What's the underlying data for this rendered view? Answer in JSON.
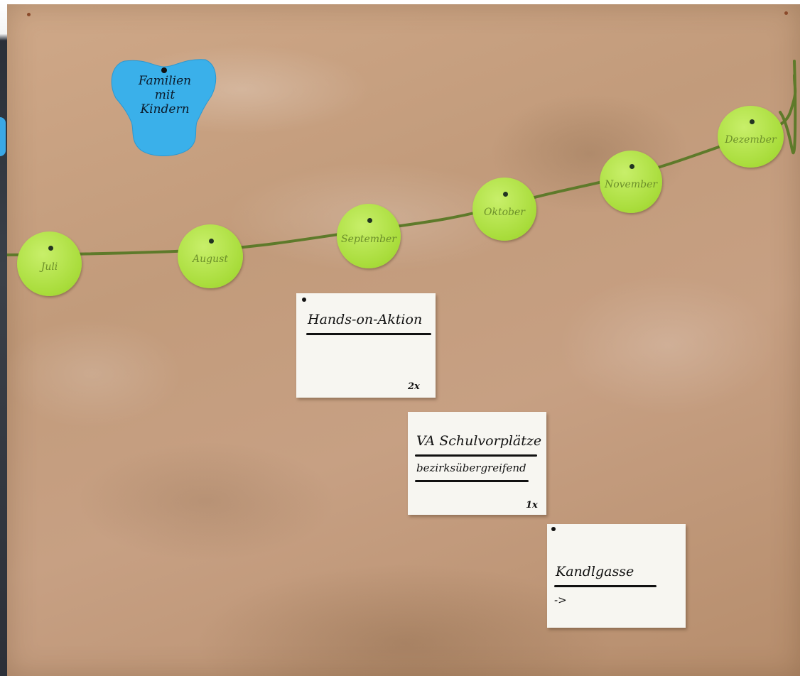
{
  "category": {
    "label_lines": [
      "Familien",
      "mit",
      "Kindern"
    ],
    "color": "#3ab0ea"
  },
  "timeline": {
    "string_color": "#5e7a2a",
    "dot_color": "#a8dc3a",
    "months": [
      "Juli",
      "August",
      "September",
      "Oktober",
      "November",
      "Dezember"
    ]
  },
  "cards": [
    {
      "title": "Hands-on-Aktion",
      "subtitle": "",
      "count": "2x",
      "arrow": ""
    },
    {
      "title": "VA Schulvorplätze",
      "subtitle": "bezirksübergreifend",
      "count": "1x",
      "arrow": ""
    },
    {
      "title": "Kandlgasse",
      "subtitle": "",
      "count": "",
      "arrow": "->"
    }
  ]
}
